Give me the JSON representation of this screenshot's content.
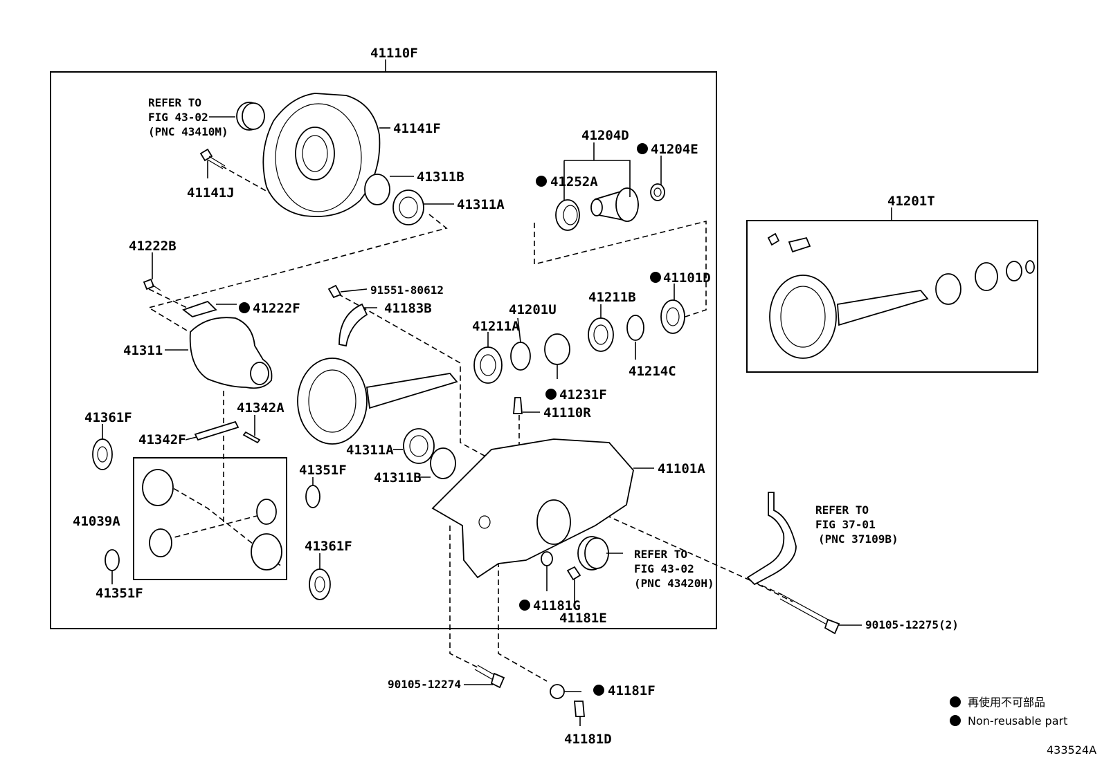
{
  "diagram_id": "433524A",
  "legend": {
    "line_jp": "再使用不可部品",
    "line_en": "Non-reusable part"
  },
  "labels": {
    "l_41110F": "41110F",
    "l_41141F": "41141F",
    "l_41141J": "41141J",
    "l_41311B_top": "41311B",
    "l_41311A_top": "41311A",
    "l_41204D": "41204D",
    "l_41204E": "41204E",
    "l_41252A": "41252A",
    "l_41201T": "41201T",
    "l_41222B": "41222B",
    "l_41222F": "41222F",
    "l_91551": "91551-80612",
    "l_41183B": "41183B",
    "l_41311": "41311",
    "l_41201U": "41201U",
    "l_41211A": "41211A",
    "l_41211B": "41211B",
    "l_41101D": "41101D",
    "l_41214C": "41214C",
    "l_41231F": "41231F",
    "l_41110R": "41110R",
    "l_41361F_left": "41361F",
    "l_41342A": "41342A",
    "l_41342F": "41342F",
    "l_41311A_mid": "41311A",
    "l_41311B_mid": "41311B",
    "l_41101A": "41101A",
    "l_41351F_mid": "41351F",
    "l_41039A": "41039A",
    "l_41361F_mid": "41361F",
    "l_41351F_left": "41351F",
    "l_41181G": "41181G",
    "l_41181E": "41181E",
    "l_90105_12275": "90105-12275(2)",
    "l_90105_12274": "90105-12274",
    "l_41181F": "41181F",
    "l_41181D": "41181D"
  },
  "refer_notes": {
    "top_left": [
      "REFER TO",
      "FIG 43-02",
      "(PNC 43410M)"
    ],
    "mid": [
      "REFER TO",
      "FIG 43-02",
      "(PNC 43420H)"
    ],
    "right": [
      "REFER TO",
      "FIG 37-01",
      "(PNC 37109B)"
    ]
  },
  "non_reusable_marker": "filled-circle"
}
